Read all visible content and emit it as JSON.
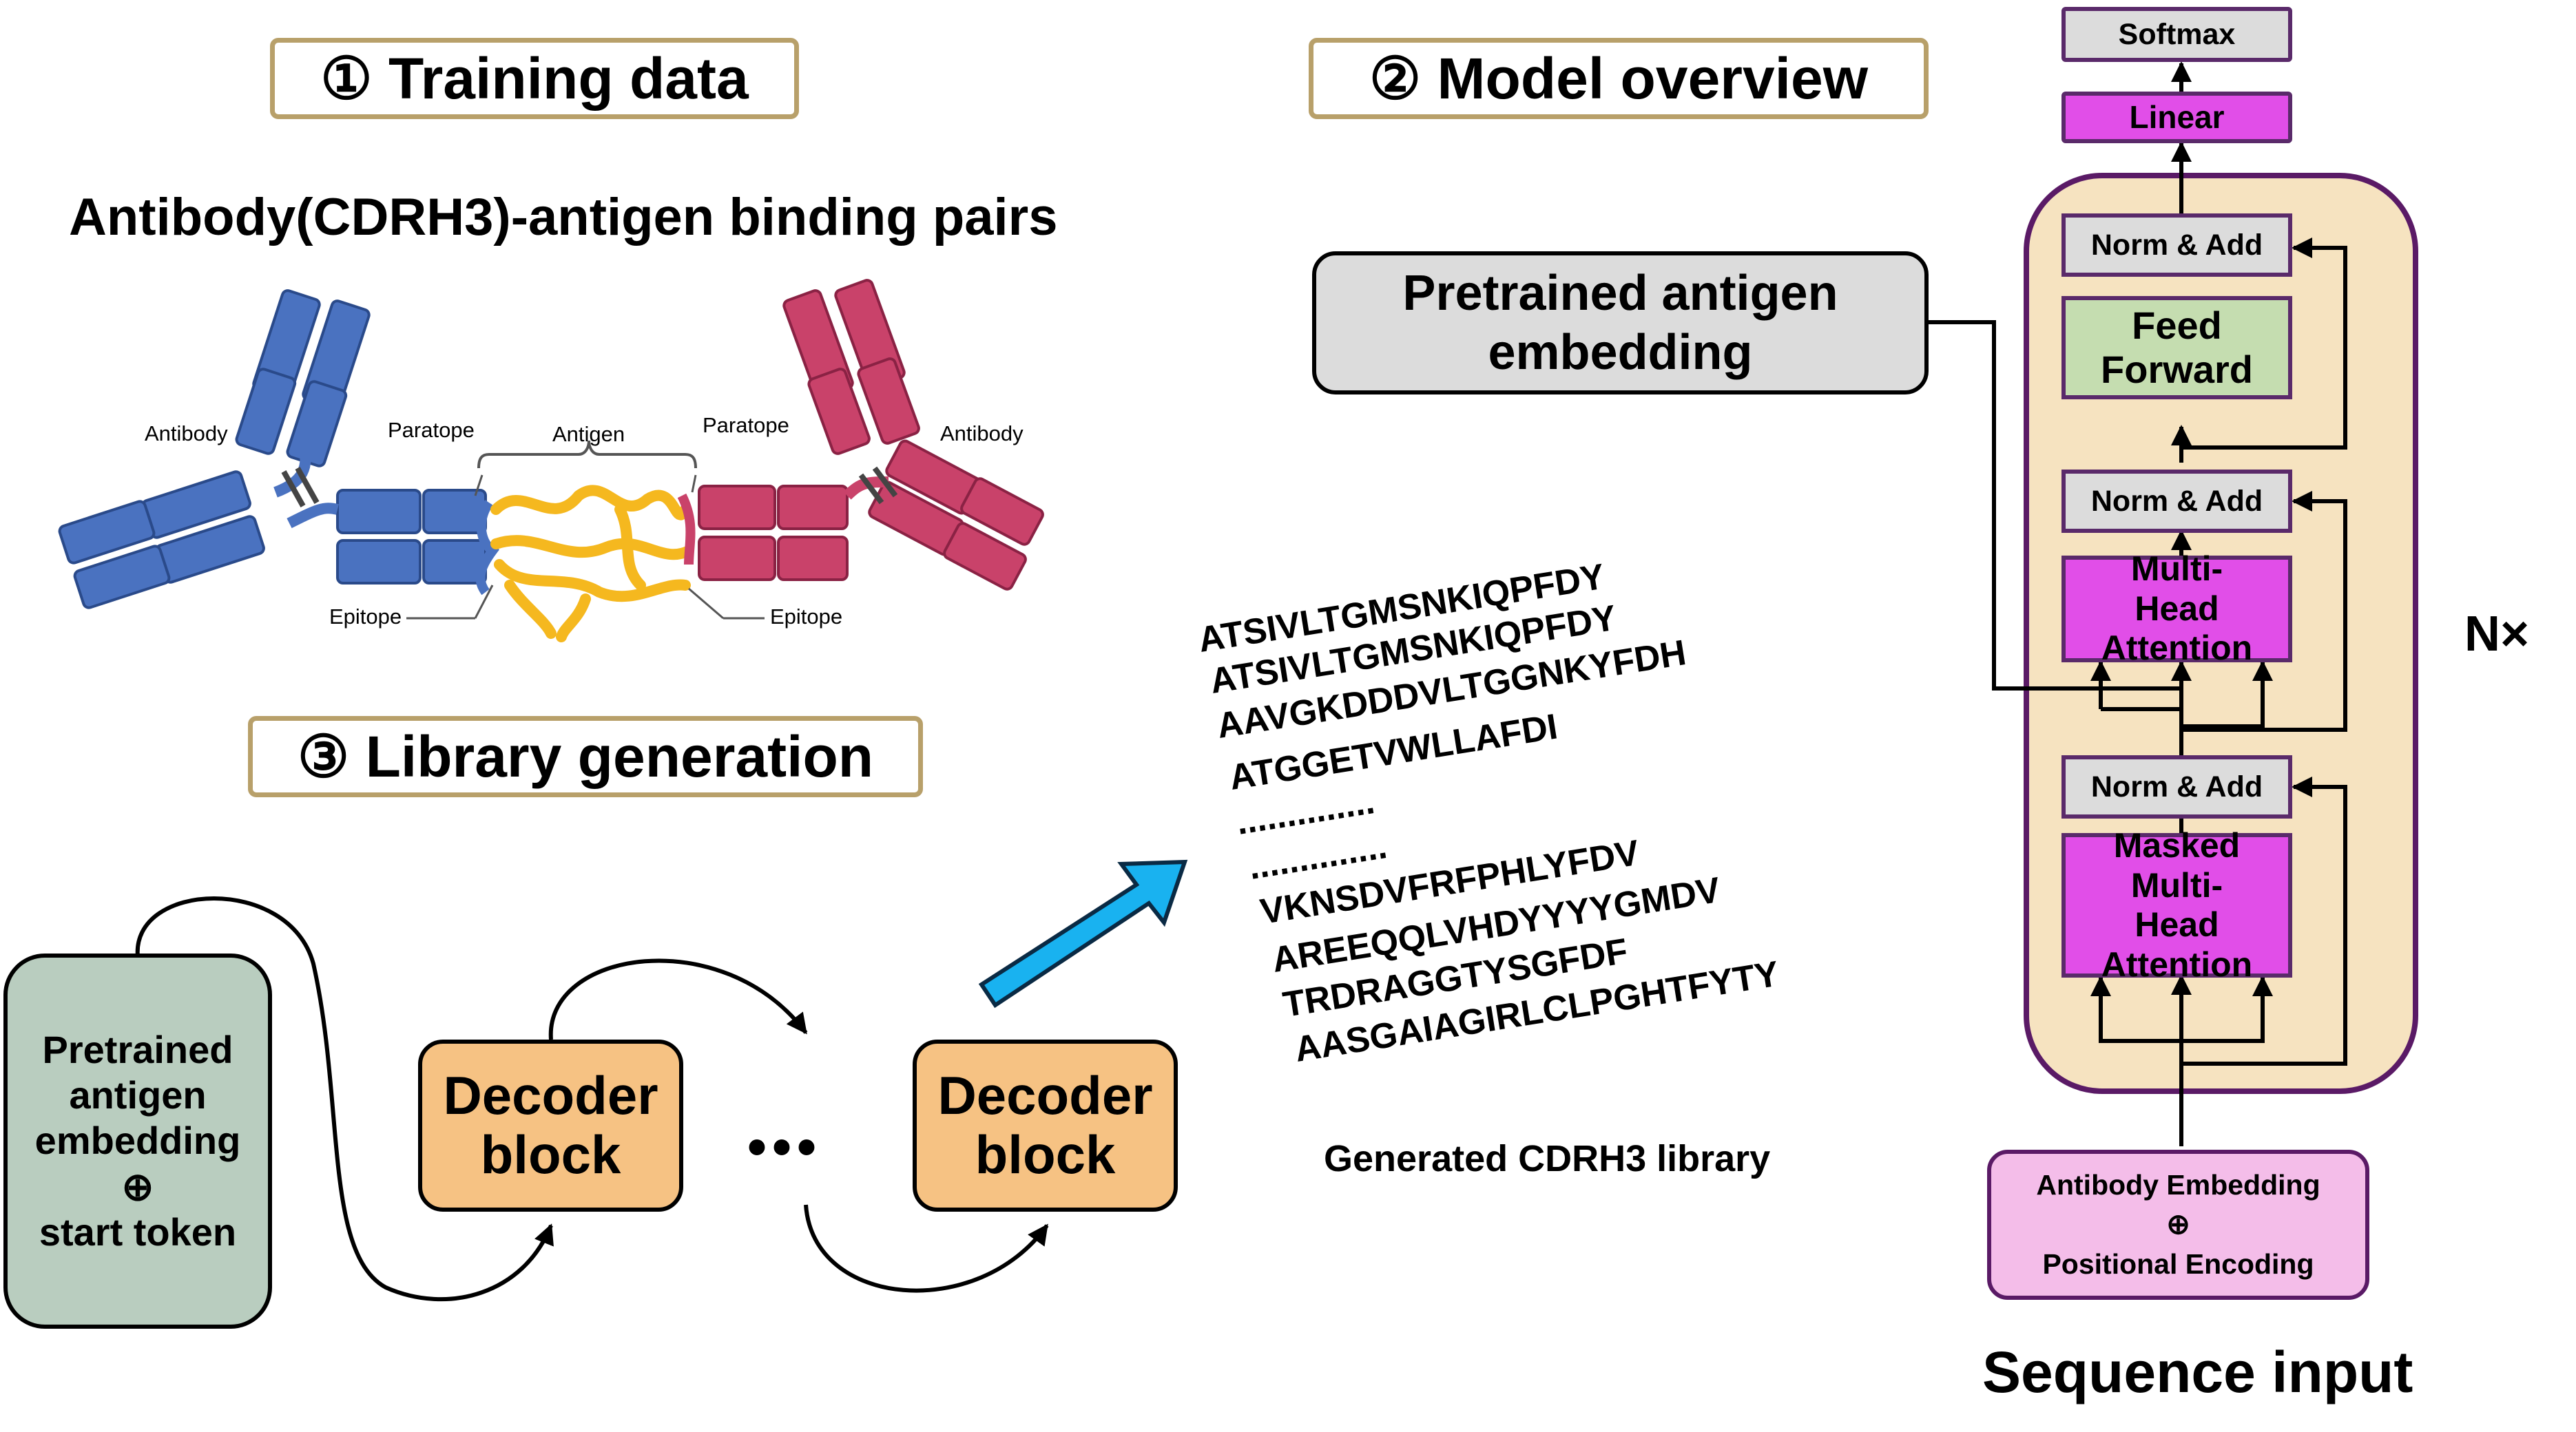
{
  "sections": {
    "training": "① Training data",
    "model": "② Model overview",
    "library": "③ Library generation"
  },
  "training": {
    "subtitle": "Antibody(CDRH3)-antigen binding pairs",
    "labels": {
      "antibody_left": "Antibody",
      "paratope_left": "Paratope",
      "antigen": "Antigen",
      "paratope_right": "Paratope",
      "antibody_right": "Antibody",
      "epitope_left": "Epitope",
      "epitope_right": "Epitope"
    }
  },
  "model": {
    "pretrained": "Pretrained antigen embedding",
    "softmax": "Softmax",
    "linear": "Linear",
    "norm_add": "Norm & Add",
    "feed_forward": "Feed Forward",
    "multi_head": "Multi-Head Attention",
    "masked": "Masked Multi-Head Attention",
    "repeat": "N×",
    "input_line1": "Antibody Embedding",
    "input_plus": "⊕",
    "input_line2": "Positional Encoding",
    "sequence_input": "Sequence input"
  },
  "library": {
    "start_line1": "Pretrained antigen embedding",
    "start_plus": "⊕",
    "start_line2": "start token",
    "decoder": "Decoder block",
    "ellipsis": "•••",
    "sequences_top": [
      "ATSIVLTGMSNKIQPFDY",
      "ATSIVLTGMSNKIQPFDY",
      "AAVGKDDDVLTGGNKYFDH",
      "ATGGETVWLLAFDI"
    ],
    "dots": "..............",
    "sequences_bottom": [
      "VKNSDVFRFPHLYFDV",
      "AREEQQLVHDYYYYGMDV",
      "TRDRAGGTYSGFDF",
      "AASGAIAGIRLCLPGHTFYTY"
    ],
    "caption": "Generated CDRH3 library"
  },
  "colors": {
    "section_border": "#b8a06a",
    "antibody_blue": "#4a72c0",
    "antibody_red": "#c9426a",
    "antigen_yellow": "#f5b81f",
    "transformer_bg": "#f6e3c0",
    "transformer_border": "#5a1a66",
    "attention": "#e14ee8",
    "feed_forward": "#c5ddb0",
    "decoder": "#f6c283",
    "start_token": "#b9cdbf",
    "input_embedding": "#f4bde9",
    "arrow_blue": "#19b2f0"
  }
}
